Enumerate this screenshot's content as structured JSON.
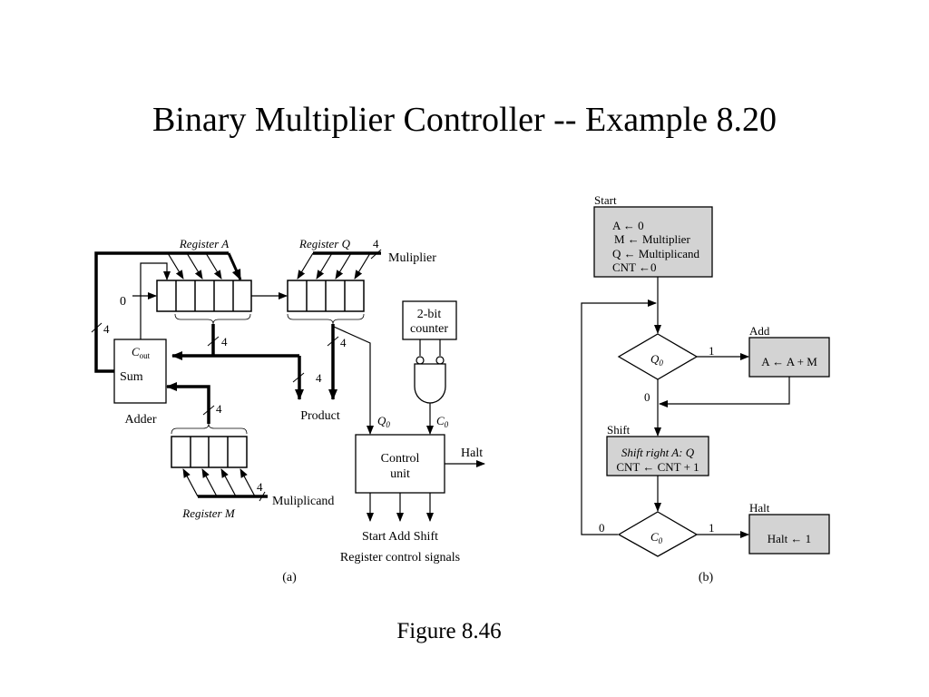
{
  "slide": {
    "title": "Binary Multiplier Controller -- Example 8.20",
    "caption": "Figure 8.46"
  },
  "part_a": {
    "label": "(a)",
    "register_a": "Register A",
    "register_q": "Register Q",
    "register_m": "Register M",
    "multiplier_label": "Muliplier",
    "multiplicand_label": "Muliplicand",
    "zero_input": "0",
    "bus_width": "4",
    "adder": {
      "cout": "C",
      "cout_sub": "out",
      "sum": "Sum",
      "label": "Adder"
    },
    "product_label": "Product",
    "counter": {
      "line1": "2-bit",
      "line2": "counter"
    },
    "q0": {
      "main": "Q",
      "sub": "0"
    },
    "c0": {
      "main": "C",
      "sub": "0"
    },
    "control_unit": {
      "line1": "Control",
      "line2": "unit"
    },
    "halt_label": "Halt",
    "signals": "Start Add Shift",
    "signals_caption": "Register control signals"
  },
  "part_b": {
    "label": "(b)",
    "start": {
      "title": "Start",
      "lines": [
        "A ← 0",
        "M ← Multiplier",
        "Q ← Multiplicand",
        "CNT ←0"
      ]
    },
    "decision_q0": {
      "main": "Q",
      "sub": "0",
      "yes": "1",
      "no": "0"
    },
    "add": {
      "title": "Add",
      "op": "A ← A + M"
    },
    "shift": {
      "title": "Shift",
      "line1": "Shift right A: Q",
      "line2": "CNT ← CNT + 1"
    },
    "decision_c0": {
      "main": "C",
      "sub": "0",
      "yes": "1",
      "no": "0"
    },
    "halt": {
      "title": "Halt",
      "op": "Halt ← 1"
    }
  },
  "colors": {
    "state_box_fill": "#d3d3d3",
    "line": "#000000"
  }
}
